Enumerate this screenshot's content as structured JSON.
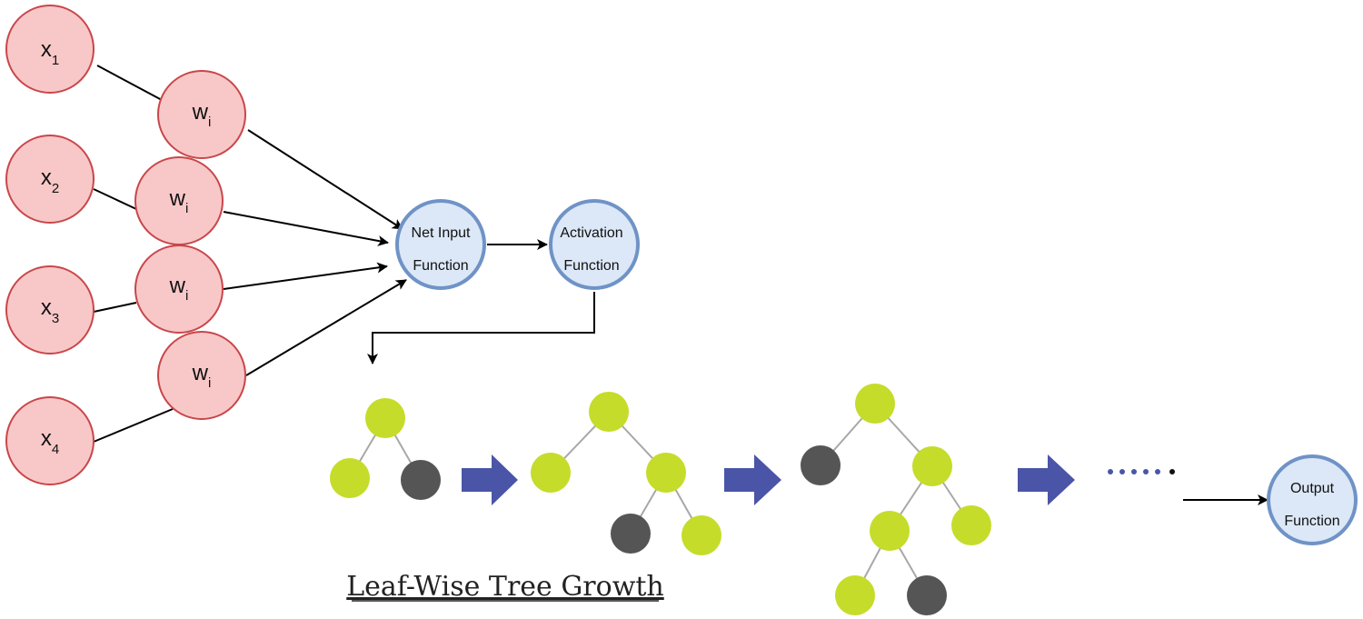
{
  "inputs": [
    {
      "base": "x",
      "sub": "1"
    },
    {
      "base": "x",
      "sub": "2"
    },
    {
      "base": "x",
      "sub": "3"
    },
    {
      "base": "x",
      "sub": "4"
    }
  ],
  "weights": [
    {
      "base": "w",
      "sub": "i"
    },
    {
      "base": "w",
      "sub": "i"
    },
    {
      "base": "w",
      "sub": "i"
    },
    {
      "base": "w",
      "sub": "i"
    }
  ],
  "net_input": {
    "line1": "Net Input",
    "line2": "Function"
  },
  "activation": {
    "line1": "Activation",
    "line2": "Function"
  },
  "output": {
    "line1": "Output",
    "line2": "Function"
  },
  "tree_caption": "Leaf-Wise Tree Growth",
  "colors": {
    "input_fill": "#f8c8c8",
    "input_stroke": "#c9464a",
    "function_fill": "#dce8f7",
    "function_stroke": "#6f93c6",
    "leaf_green": "#c5dc2a",
    "leaf_dark": "#555555",
    "flow_arrow": "#4a55a8",
    "edge": "#a8a8a8"
  }
}
